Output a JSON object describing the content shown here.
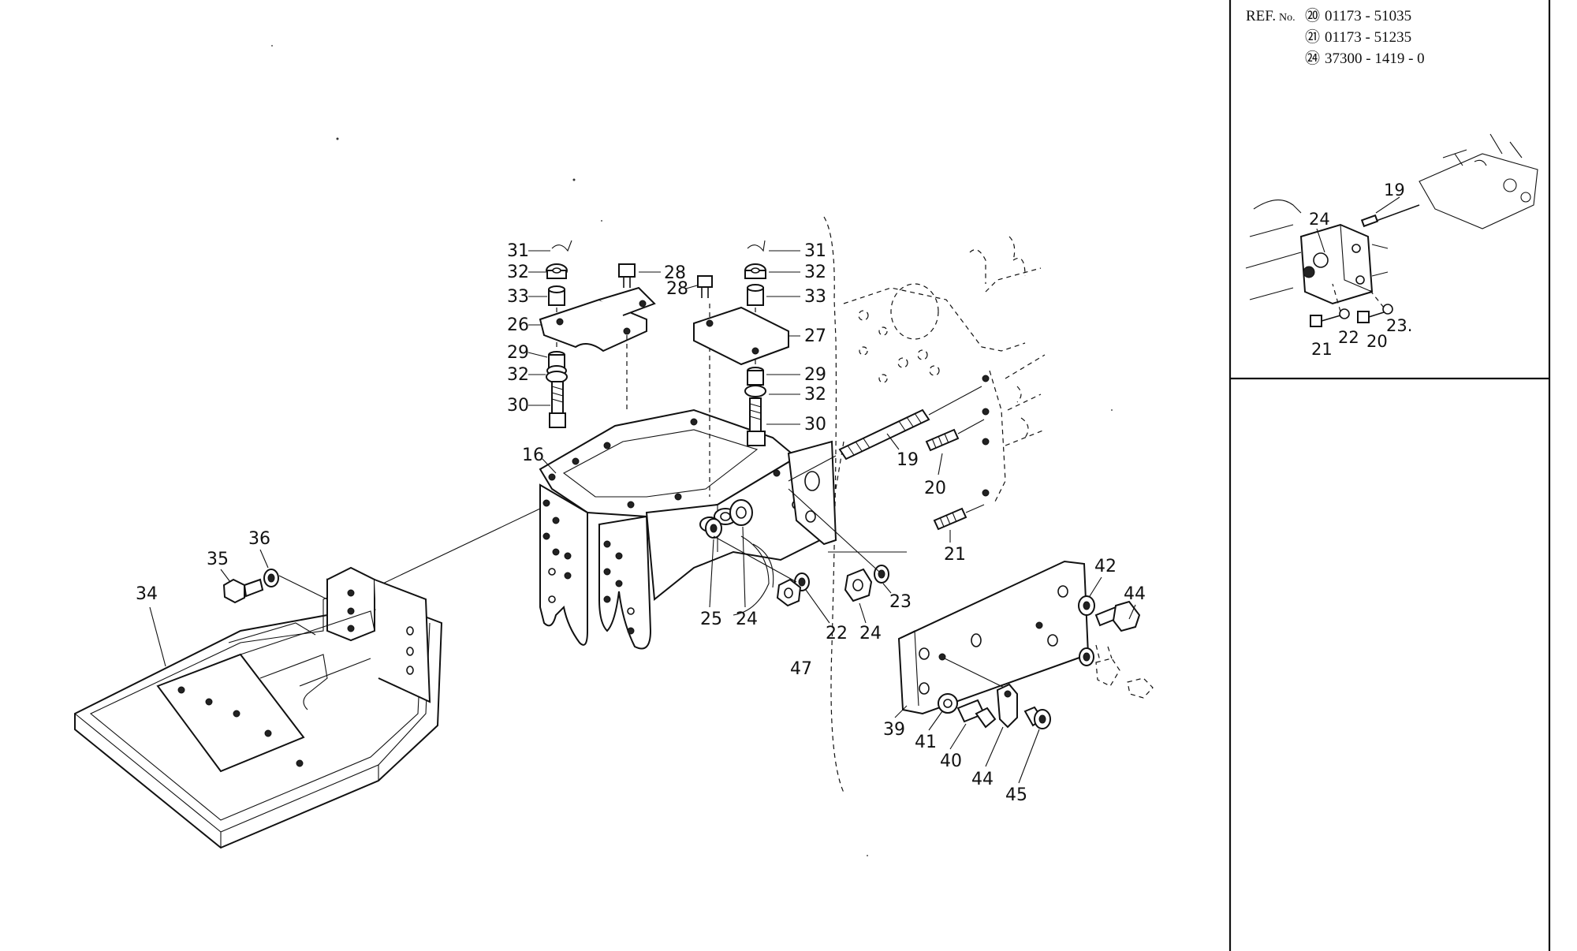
{
  "reference": {
    "label": "REF.",
    "no_label": "No.",
    "entries": [
      {
        "circled": "⑳",
        "part": "01173 - 51035"
      },
      {
        "circled": "㉑",
        "part": "01173 - 51235"
      },
      {
        "circled": "㉔",
        "part": "37300 - 1419 - 0"
      }
    ]
  },
  "callouts": {
    "c16": "16",
    "c19": "19",
    "c20": "20",
    "c21": "21",
    "c22": "22",
    "c23": "23",
    "c24a": "24",
    "c24b": "24",
    "c25": "25",
    "c26": "26",
    "c27": "27",
    "c28a": "28",
    "c28b": "28",
    "c29a": "29",
    "c29b": "29",
    "c30a": "30",
    "c30b": "30",
    "c31a": "31",
    "c31b": "31",
    "c32a": "32",
    "c32b": "32",
    "c32c": "32",
    "c32d": "32",
    "c33a": "33",
    "c33b": "33",
    "c34": "34",
    "c35": "35",
    "c36": "36",
    "c39": "39",
    "c40": "40",
    "c41": "41",
    "c42": "42",
    "c44a": "44",
    "c44b": "44",
    "c45": "45",
    "c47": "47"
  },
  "inset_callouts": {
    "i19": "19",
    "i24": "24",
    "i21": "21",
    "i22": "22",
    "i20": "20",
    "i23": "23."
  }
}
